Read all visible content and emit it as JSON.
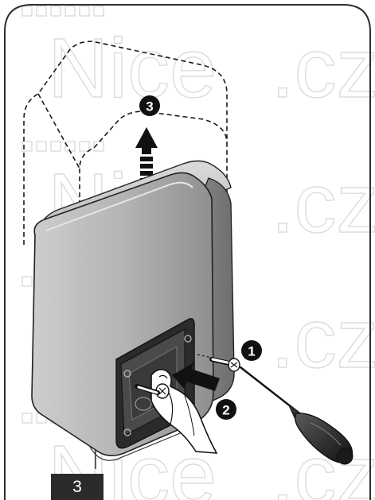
{
  "watermark": {
    "text": "Nice",
    "suffix": ".cz"
  },
  "steps": [
    {
      "number": "1",
      "action": ""
    },
    {
      "number": "2",
      "action": ""
    },
    {
      "number": "3",
      "action": ""
    }
  ],
  "page_number": "3",
  "colors": {
    "frame": "#2e2e2e",
    "housing": "#a6a6a6",
    "watermark": "#dcdcdc",
    "badge": "#111111"
  }
}
